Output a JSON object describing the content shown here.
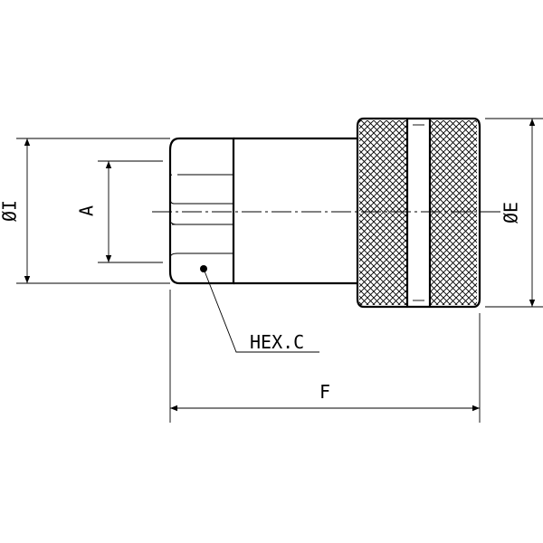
{
  "labels": {
    "dia_i": "ØI",
    "a": "A",
    "hex": "HEX.C",
    "f": "F",
    "dia_e": "ØE"
  },
  "colors": {
    "line": "#000000",
    "background": "#ffffff"
  }
}
